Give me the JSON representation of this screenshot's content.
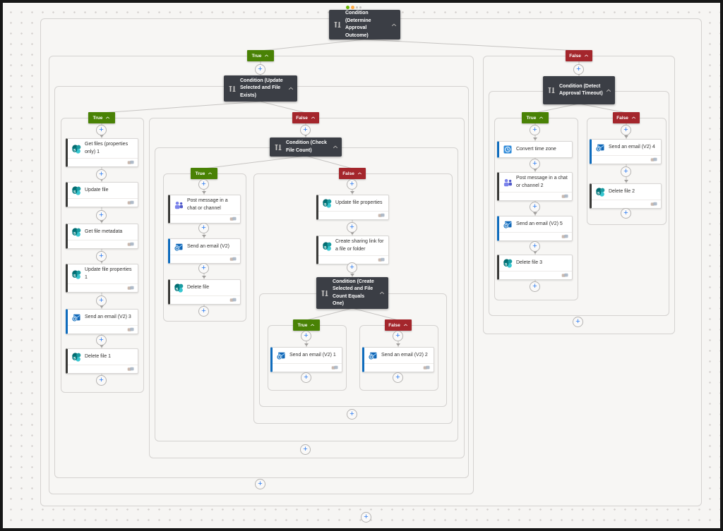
{
  "labels": {
    "true": "True",
    "false": "False"
  },
  "canvas": {
    "add_step": "+"
  },
  "root_condition": {
    "title": "Condition (Determine Approval Outcome)"
  },
  "true_branch": {
    "condition": {
      "title": "Condition (Update Selected and File Exists)"
    },
    "true_actions": [
      {
        "title": "Get files (properties only) 1",
        "icon": "sharepoint"
      },
      {
        "title": "Update file",
        "icon": "sharepoint"
      },
      {
        "title": "Get file metadata",
        "icon": "sharepoint"
      },
      {
        "title": "Update file properties 1",
        "icon": "sharepoint"
      },
      {
        "title": "Send an email (V2) 3",
        "icon": "outlook"
      },
      {
        "title": "Delete file 1",
        "icon": "sharepoint"
      }
    ],
    "false_branch": {
      "condition": {
        "title": "Condition (Check File Count)"
      },
      "true_actions": [
        {
          "title": "Post message in a chat or channel",
          "icon": "teams"
        },
        {
          "title": "Send an email (V2)",
          "icon": "outlook"
        },
        {
          "title": "Delete file",
          "icon": "sharepoint"
        }
      ],
      "false_actions": [
        {
          "title": "Update file properties",
          "icon": "sharepoint"
        },
        {
          "title": "Create sharing link for a file or folder",
          "icon": "sharepoint"
        }
      ],
      "nested_condition": {
        "title": "Condition (Create Selected and File Count Equals One)",
        "true_actions": [
          {
            "title": "Send an email (V2) 1",
            "icon": "outlook"
          }
        ],
        "false_actions": [
          {
            "title": "Send an email (V2) 2",
            "icon": "outlook"
          }
        ]
      }
    }
  },
  "false_branch": {
    "condition": {
      "title": "Condition (Detect Approval Timeout)"
    },
    "true_actions": [
      {
        "title": "Convert time zone",
        "icon": "timezone"
      },
      {
        "title": "Post message in a chat or channel 2",
        "icon": "teams"
      },
      {
        "title": "Send an email (V2) 5",
        "icon": "outlook"
      },
      {
        "title": "Delete file 3",
        "icon": "sharepoint"
      }
    ],
    "false_actions": [
      {
        "title": "Send an email (V2) 4",
        "icon": "outlook"
      },
      {
        "title": "Delete file 2",
        "icon": "sharepoint"
      }
    ]
  }
}
